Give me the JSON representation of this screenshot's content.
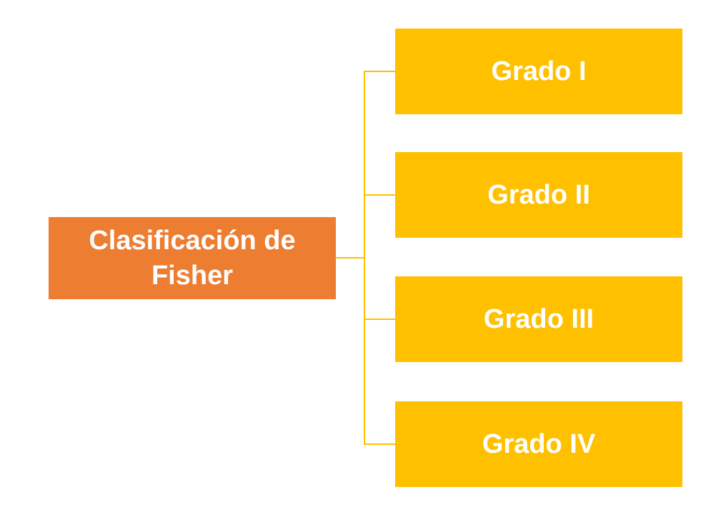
{
  "diagram": {
    "type": "hierarchy",
    "title": "Clasificación de Fisher",
    "root": {
      "label": "Clasificación de\nFisher",
      "fill": "#ED7D31",
      "text_color": "#FFFFFF"
    },
    "children": [
      {
        "label": "Grado I"
      },
      {
        "label": "Grado II"
      },
      {
        "label": "Grado III"
      },
      {
        "label": "Grado IV"
      }
    ],
    "child_fill": "#FFC000",
    "child_text_color": "#FFFFFF",
    "connector_color": "#FFC000",
    "background": "#FFFFFF"
  }
}
